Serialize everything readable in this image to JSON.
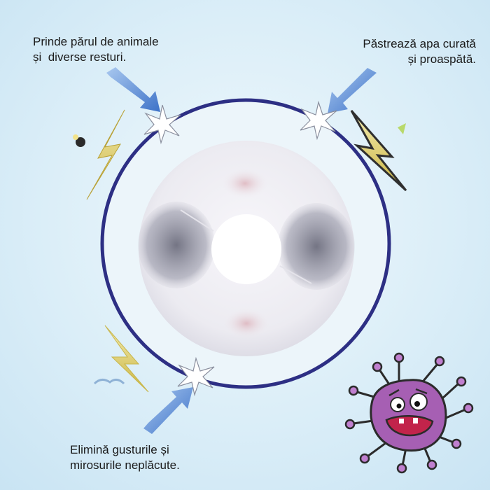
{
  "captions": {
    "hair": {
      "line1": "Prinde părul de animale",
      "line2": "și  diverse resturi."
    },
    "fresh": {
      "line1": "Păstrează apa curată",
      "line2": "și proaspătă."
    },
    "taste": {
      "line1": "Elimină gusturile și",
      "line2": "mirosurile neplăcute."
    }
  },
  "colors": {
    "ring": "#2d2f84",
    "filter_disc": "#efeef3",
    "carbon": "#6f6f80",
    "arrow": "#4f83d0",
    "bolt_yellow": "#e8d77a",
    "germ": "#a65fb3"
  },
  "icons": [
    "filter-disc-icon",
    "lightning-bolt-icon",
    "germ-icon",
    "arrow-icon",
    "sparkle-icon"
  ]
}
